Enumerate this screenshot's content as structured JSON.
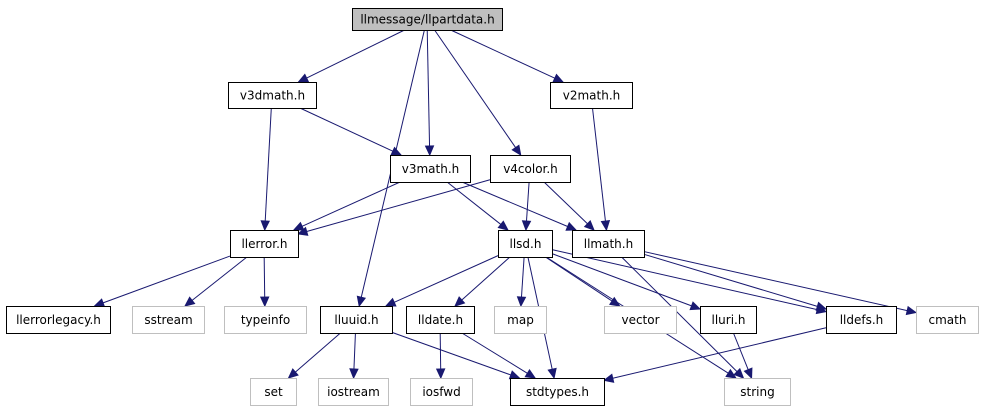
{
  "diagram": {
    "title": "llmessage/llpartdata.h",
    "colors": {
      "edge": "#191970",
      "root_fill": "#bfbfbf",
      "system_border": "#bfbfbf",
      "local_border": "#000000"
    },
    "nodes": [
      {
        "id": "root",
        "label": "llmessage/llpartdata.h",
        "kind": "root"
      },
      {
        "id": "v3dmath",
        "label": "v3dmath.h",
        "kind": "local"
      },
      {
        "id": "v2math",
        "label": "v2math.h",
        "kind": "local"
      },
      {
        "id": "v3math",
        "label": "v3math.h",
        "kind": "local"
      },
      {
        "id": "v4color",
        "label": "v4color.h",
        "kind": "local"
      },
      {
        "id": "llerror",
        "label": "llerror.h",
        "kind": "local"
      },
      {
        "id": "llsd",
        "label": "llsd.h",
        "kind": "local"
      },
      {
        "id": "llmath",
        "label": "llmath.h",
        "kind": "local"
      },
      {
        "id": "llerrorlegacy",
        "label": "llerrorlegacy.h",
        "kind": "local"
      },
      {
        "id": "sstream",
        "label": "sstream",
        "kind": "system"
      },
      {
        "id": "typeinfo",
        "label": "typeinfo",
        "kind": "system"
      },
      {
        "id": "lluuid",
        "label": "lluuid.h",
        "kind": "local"
      },
      {
        "id": "lldate",
        "label": "lldate.h",
        "kind": "local"
      },
      {
        "id": "map",
        "label": "map",
        "kind": "system"
      },
      {
        "id": "vector",
        "label": "vector",
        "kind": "system"
      },
      {
        "id": "lluri",
        "label": "lluri.h",
        "kind": "local"
      },
      {
        "id": "lldefs",
        "label": "lldefs.h",
        "kind": "local"
      },
      {
        "id": "cmath",
        "label": "cmath",
        "kind": "system"
      },
      {
        "id": "set",
        "label": "set",
        "kind": "system"
      },
      {
        "id": "iostream",
        "label": "iostream",
        "kind": "system"
      },
      {
        "id": "iosfwd",
        "label": "iosfwd",
        "kind": "system"
      },
      {
        "id": "stdtypes",
        "label": "stdtypes.h",
        "kind": "local"
      },
      {
        "id": "string",
        "label": "string",
        "kind": "system"
      }
    ],
    "edges": [
      {
        "from": "root",
        "to": "v3dmath"
      },
      {
        "from": "root",
        "to": "v2math"
      },
      {
        "from": "root",
        "to": "v3math"
      },
      {
        "from": "root",
        "to": "v4color"
      },
      {
        "from": "root",
        "to": "lluuid"
      },
      {
        "from": "v3dmath",
        "to": "llerror"
      },
      {
        "from": "v3dmath",
        "to": "v3math"
      },
      {
        "from": "v2math",
        "to": "llmath"
      },
      {
        "from": "v3math",
        "to": "llerror"
      },
      {
        "from": "v3math",
        "to": "llsd"
      },
      {
        "from": "v3math",
        "to": "llmath"
      },
      {
        "from": "v4color",
        "to": "llerror"
      },
      {
        "from": "v4color",
        "to": "llsd"
      },
      {
        "from": "v4color",
        "to": "llmath"
      },
      {
        "from": "llerror",
        "to": "llerrorlegacy"
      },
      {
        "from": "llerror",
        "to": "sstream"
      },
      {
        "from": "llerror",
        "to": "typeinfo"
      },
      {
        "from": "llsd",
        "to": "lluuid"
      },
      {
        "from": "llsd",
        "to": "lldate"
      },
      {
        "from": "llsd",
        "to": "map"
      },
      {
        "from": "llsd",
        "to": "vector"
      },
      {
        "from": "llsd",
        "to": "lluri"
      },
      {
        "from": "llsd",
        "to": "lldefs"
      },
      {
        "from": "llsd",
        "to": "stdtypes"
      },
      {
        "from": "llsd",
        "to": "string"
      },
      {
        "from": "llmath",
        "to": "cmath"
      },
      {
        "from": "llmath",
        "to": "lldefs"
      },
      {
        "from": "llmath",
        "to": "string"
      },
      {
        "from": "lluuid",
        "to": "set"
      },
      {
        "from": "lluuid",
        "to": "iostream"
      },
      {
        "from": "lluuid",
        "to": "stdtypes"
      },
      {
        "from": "lldate",
        "to": "iosfwd"
      },
      {
        "from": "lldate",
        "to": "stdtypes"
      },
      {
        "from": "lluri",
        "to": "string"
      },
      {
        "from": "lldefs",
        "to": "stdtypes"
      }
    ]
  }
}
